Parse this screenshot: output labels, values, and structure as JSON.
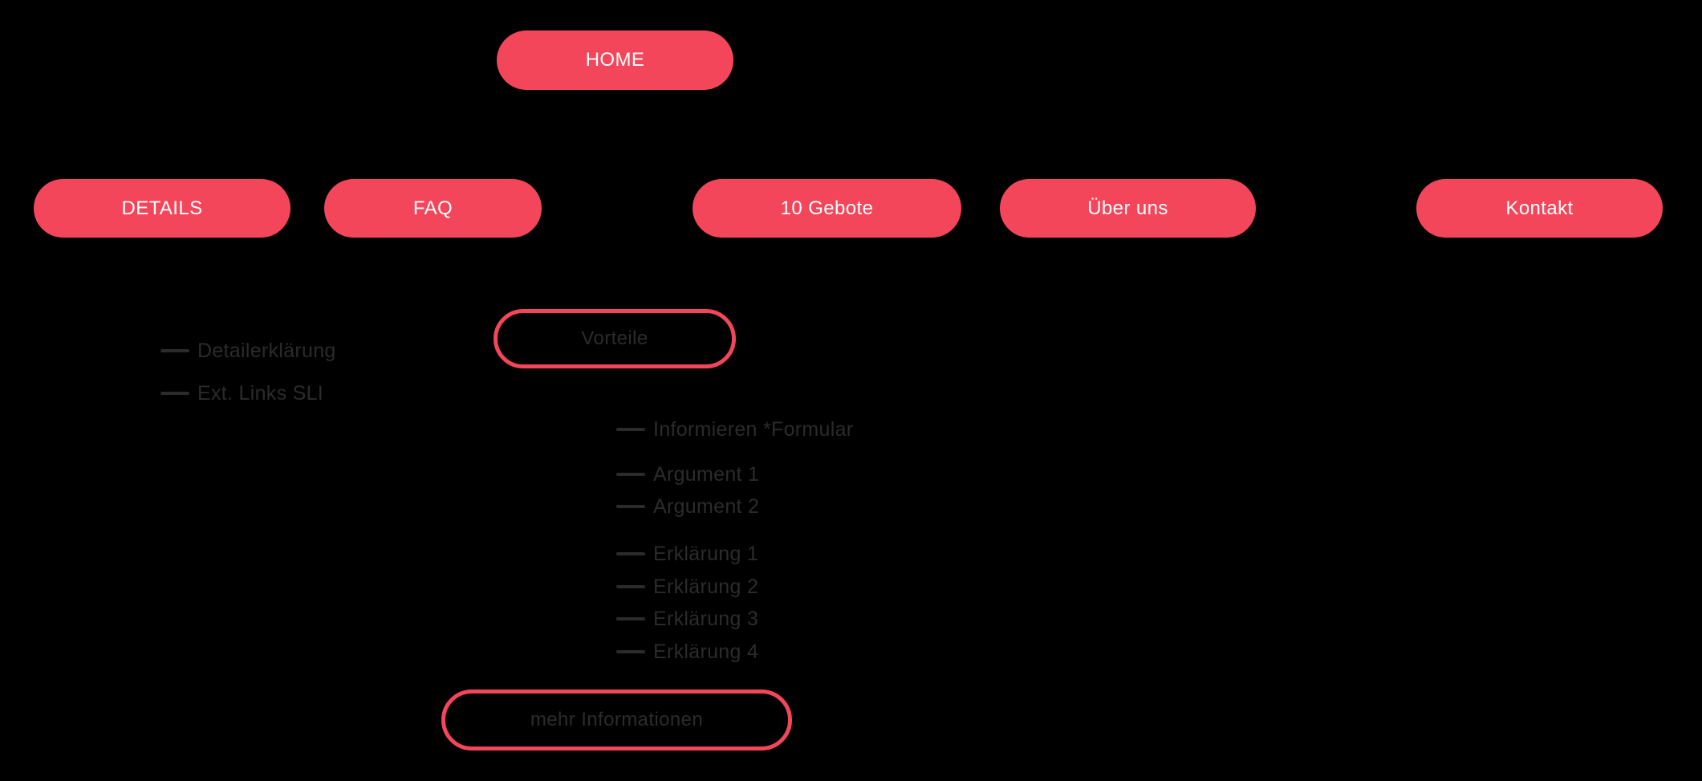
{
  "colors": {
    "background": "#000000",
    "accent_red": "#F4465A",
    "dark_text": "#2B2B2B",
    "button_text": "#FFFFFF"
  },
  "sitemap": {
    "home": {
      "label": "HOME"
    },
    "main_pages": [
      {
        "label": "DETAILS"
      },
      {
        "label": "FAQ"
      },
      {
        "label": "10 Gebote"
      },
      {
        "label": "Über uns"
      },
      {
        "label": "Kontakt"
      }
    ],
    "details_children": [
      {
        "label": "Detailerklärung"
      },
      {
        "label": "Ext. Links SLI"
      }
    ],
    "vorteile": {
      "label": "Vorteile"
    },
    "vorteile_children": [
      {
        "label": "Informieren *Formular"
      },
      {
        "label": "Argument 1"
      },
      {
        "label": "Argument 2"
      },
      {
        "label": "Erklärung 1"
      },
      {
        "label": "Erklärung 2"
      },
      {
        "label": "Erklärung 3"
      },
      {
        "label": "Erklärung 4"
      }
    ],
    "mehr_informationen": {
      "label": "mehr Informationen"
    }
  }
}
